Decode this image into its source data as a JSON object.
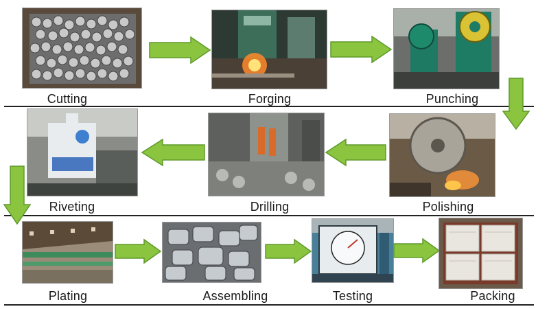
{
  "colors": {
    "arrow_fill": "#8bc43f",
    "arrow_stroke": "#5e9a2a",
    "divider": "#222222"
  },
  "steps": [
    {
      "label": "Cutting"
    },
    {
      "label": "Forging"
    },
    {
      "label": "Punching"
    },
    {
      "label": "Polishing"
    },
    {
      "label": "Drilling"
    },
    {
      "label": "Riveting"
    },
    {
      "label": "Plating"
    },
    {
      "label": "Assembling"
    },
    {
      "label": "Testing"
    },
    {
      "label": "Packing"
    }
  ]
}
